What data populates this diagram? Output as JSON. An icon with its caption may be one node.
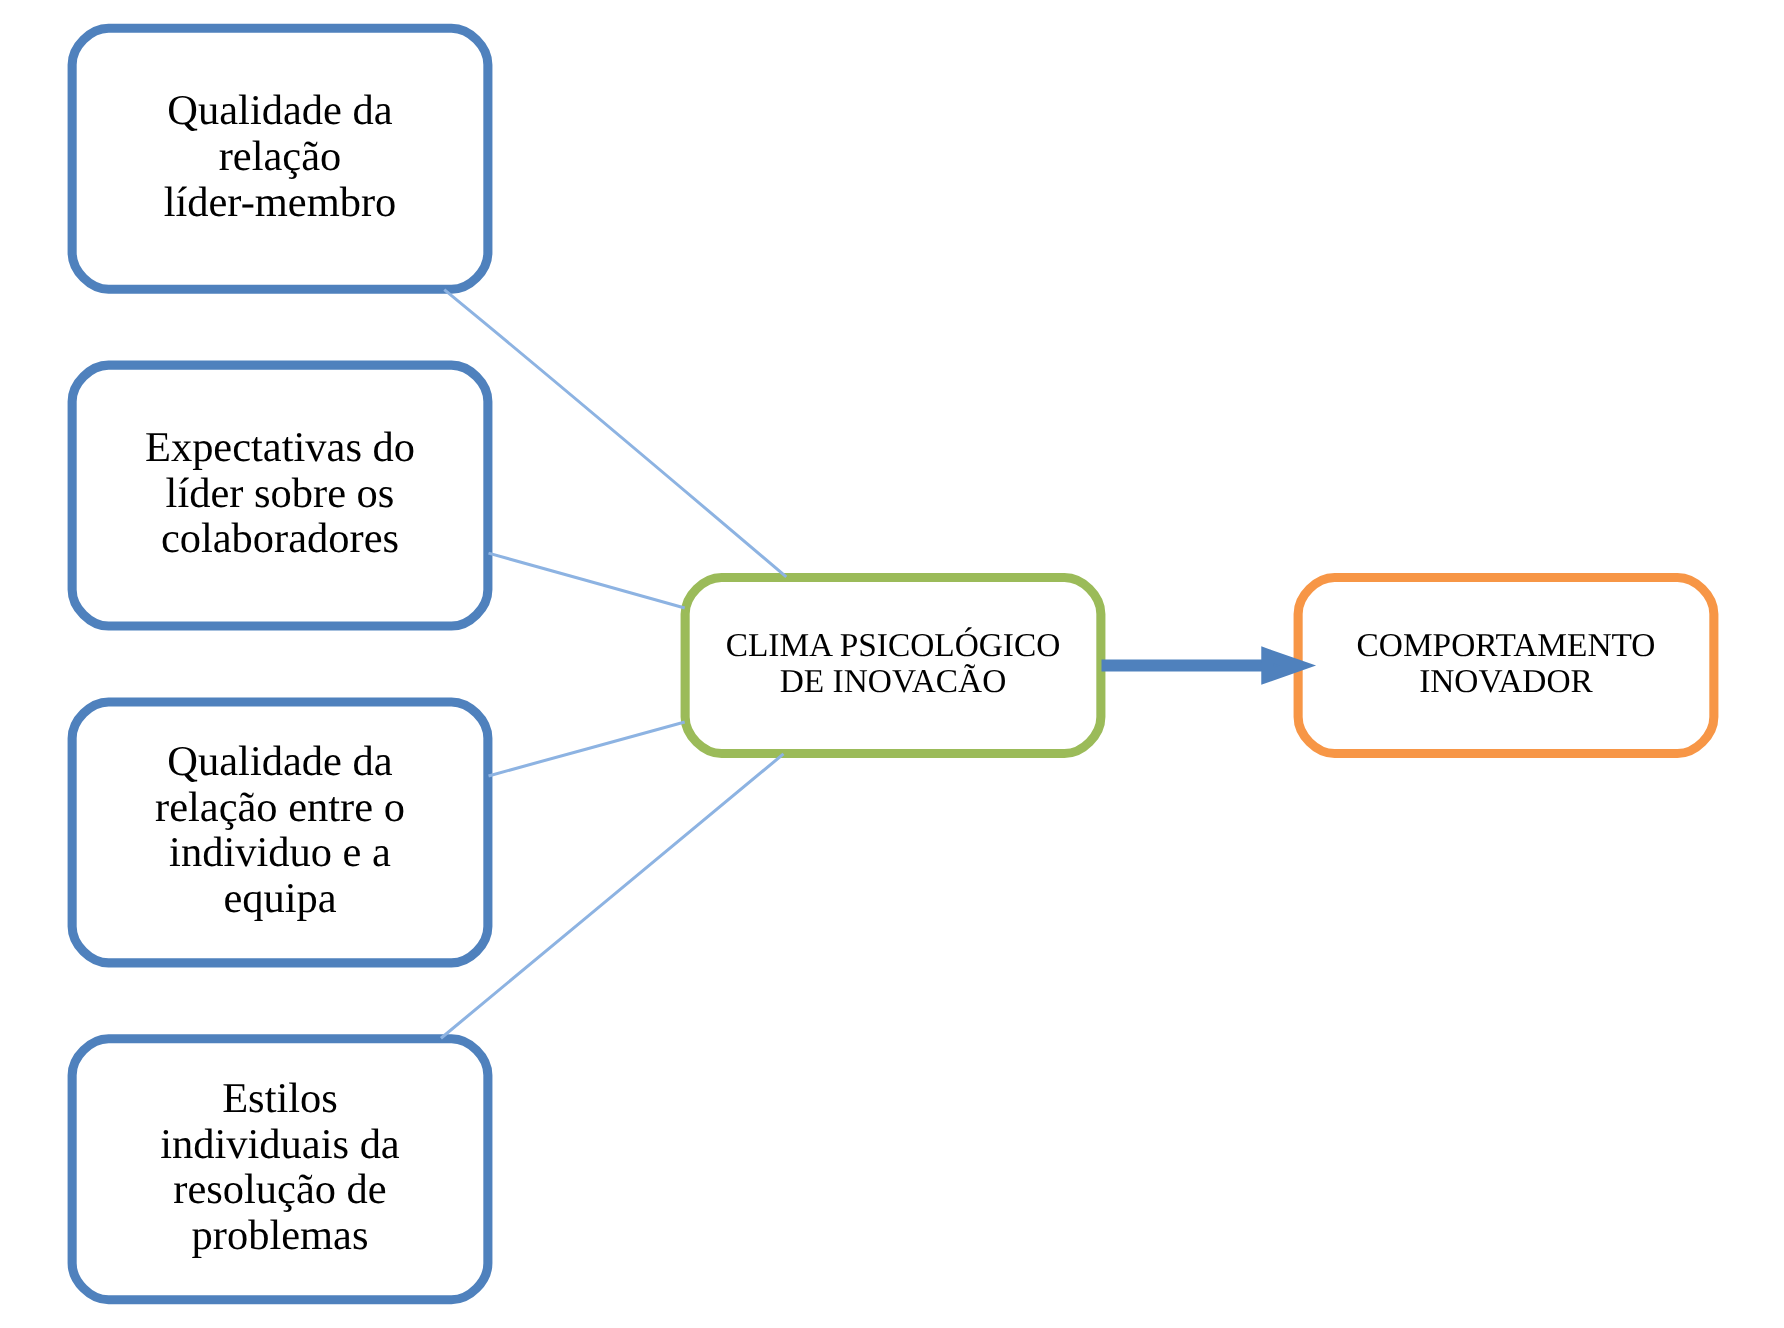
{
  "diagram": {
    "nodes": [
      {
        "text": [
          "Qualidade da relação líder-membro"
        ]
      },
      {
        "text": [
          "Expectativas do líder sobre os colaboradores"
        ]
      },
      {
        "text": [
          "Qualidade da relação entre o individuo e a equipa"
        ]
      },
      {
        "text": [
          "Estilos individuais da resolução de problemas"
        ]
      },
      {
        "text": [
          "CLIMA PSICOLÓGICO DE INOVACÃO"
        ]
      },
      {
        "text": [
          "COMPORTAMENTO INOVADOR"
        ]
      }
    ],
    "edges": [
      {
        "from": 0,
        "to": 4,
        "arrow": "none"
      },
      {
        "from": 1,
        "to": 4,
        "arrow": "none"
      },
      {
        "from": 2,
        "to": 4,
        "arrow": "none"
      },
      {
        "from": 3,
        "to": 4,
        "arrow": "none"
      },
      {
        "from": 4,
        "to": 5,
        "arrow": "to",
        "style": "thick",
        "color": "#4f81bd"
      }
    ]
  }
}
